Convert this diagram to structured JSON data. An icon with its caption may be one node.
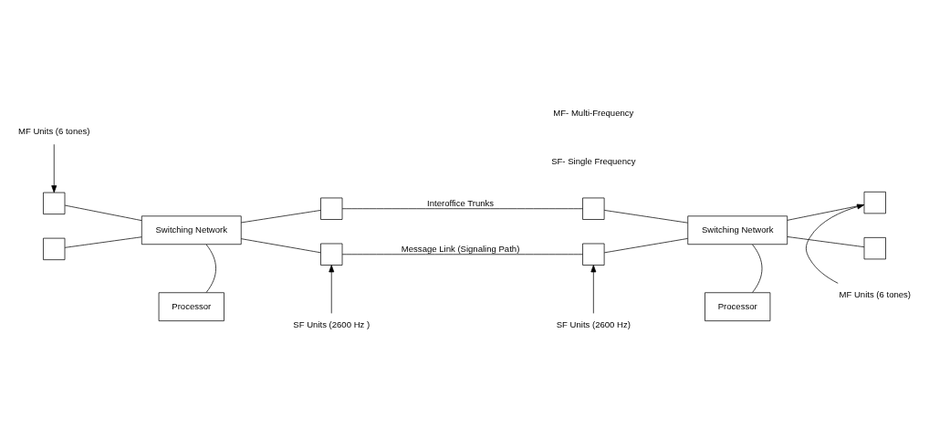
{
  "diagram": {
    "nodes": [
      {
        "text": [
          "MF Units (6 tones)"
        ]
      },
      {
        "text": [],
        "shape": "box"
      },
      {
        "text": [],
        "shape": "box"
      },
      {
        "text": [
          "Switching Network"
        ]
      },
      {
        "text": [
          "Processor"
        ]
      },
      {
        "text": [],
        "shape": "box"
      },
      {
        "text": [],
        "shape": "box"
      },
      {
        "text": [
          "SF Units (2600 Hz )"
        ]
      },
      {
        "text": [],
        "shape": "box"
      },
      {
        "text": [],
        "shape": "box"
      },
      {
        "text": [
          "SF Units (2600 Hz)"
        ]
      },
      {
        "text": [
          "Switching Network"
        ]
      },
      {
        "text": [
          "Processor"
        ]
      },
      {
        "text": [
          "MF Units (6 tones)"
        ]
      },
      {
        "text": [],
        "shape": "box"
      },
      {
        "text": [],
        "shape": "box"
      }
    ],
    "edges": [
      {
        "from": 0,
        "to": 1,
        "arrow": "to"
      },
      {
        "from": 1,
        "to": 3,
        "arrow": "none"
      },
      {
        "from": 2,
        "to": 3,
        "arrow": "none"
      },
      {
        "from": 3,
        "to": 4,
        "arrow": "none"
      },
      {
        "from": 3,
        "to": 5,
        "arrow": "none"
      },
      {
        "from": 3,
        "to": 6,
        "arrow": "none"
      },
      {
        "from": 5,
        "to": 9,
        "label": "Interoffice Trunks",
        "arrow": "none"
      },
      {
        "from": 6,
        "to": 8,
        "label": "Message Link (Signaling Path)",
        "arrow": "none"
      },
      {
        "from": 7,
        "to": 6,
        "arrow": "to"
      },
      {
        "from": 10,
        "to": 8,
        "arrow": "to"
      },
      {
        "from": 9,
        "to": 11,
        "arrow": "none"
      },
      {
        "from": 8,
        "to": 11,
        "arrow": "none"
      },
      {
        "from": 11,
        "to": 12,
        "arrow": "none"
      },
      {
        "from": 11,
        "to": 14,
        "arrow": "none"
      },
      {
        "from": 11,
        "to": 15,
        "arrow": "none"
      },
      {
        "from": 13,
        "to": 14,
        "arrow": "to"
      }
    ],
    "labels": [
      "SF- Single Frequency",
      "MF- Multi-Frequency"
    ]
  }
}
